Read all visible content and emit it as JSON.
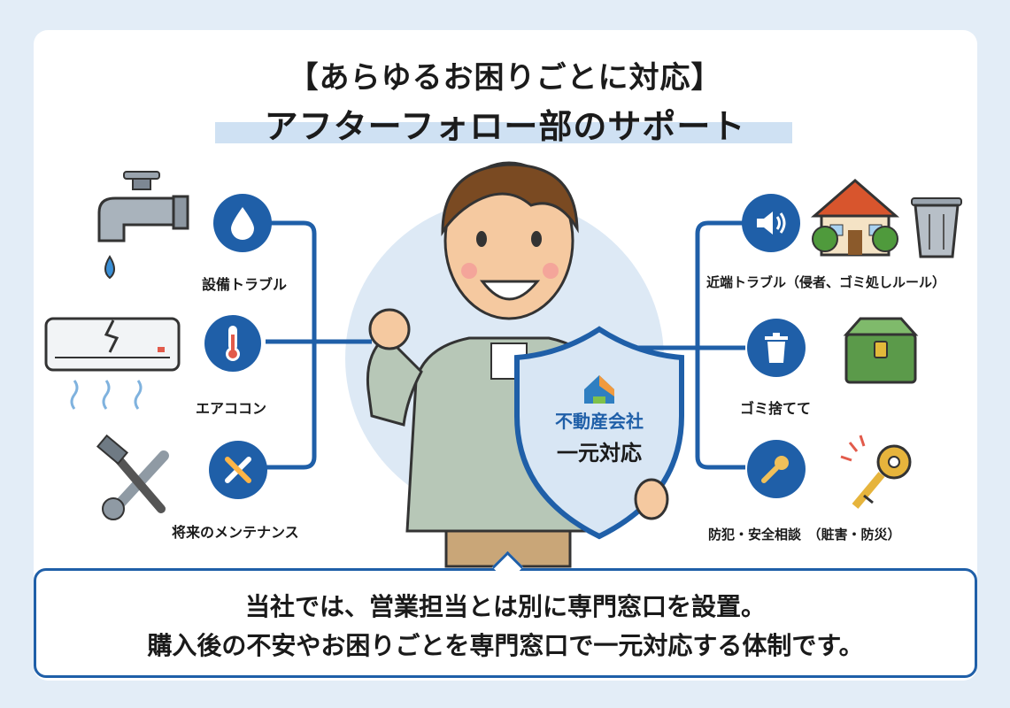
{
  "title": {
    "line1": "【あらゆるお困りごとに対応】",
    "line2": "アフターフォロー部のサポート"
  },
  "left_items": [
    {
      "label": "設備トラブル",
      "icon": "water-drop-icon",
      "illustration": "faucet-icon"
    },
    {
      "label": "エアココン",
      "icon": "thermometer-icon",
      "illustration": "air-conditioner-icon"
    },
    {
      "label": "将来のメンテナンス",
      "icon": "tools-icon",
      "illustration": "wrench-hammer-icon"
    }
  ],
  "right_items": [
    {
      "label": "近端トラブル（侵者、ゴミ処しルール）",
      "icon": "speaker-icon",
      "illustration": "house-and-trash-icon"
    },
    {
      "label": "ゴミ捨てて",
      "icon": "trash-can-icon",
      "illustration": "toolbox-icon"
    },
    {
      "label": "防犯・安全相談　（賍害・防災）",
      "icon": "key-icon",
      "illustration": "key-alert-icon"
    }
  ],
  "shield": {
    "line1": "不動産会社",
    "line2": "一元対応"
  },
  "bottom": {
    "line1": "当社では、営業担当とは別に専門窓口を設置。",
    "line2": "購入後の不安やお困りごとを専門窓口で一元対応する体制です。"
  },
  "colors": {
    "accent": "#1f5fa8",
    "background": "#e3edf7",
    "highlight": "#cfe1f3"
  }
}
